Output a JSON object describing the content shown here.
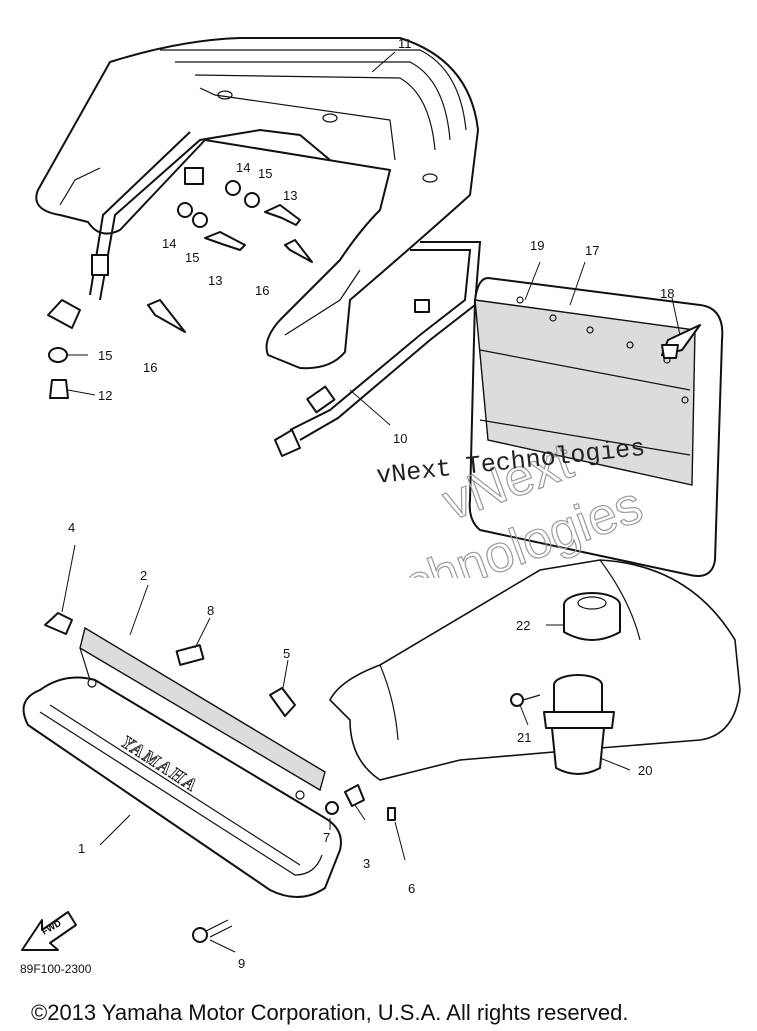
{
  "callouts": {
    "p1": "1",
    "p2": "2",
    "p3": "3",
    "p4": "4",
    "p5": "5",
    "p6": "6",
    "p7": "7",
    "p8": "8",
    "p9": "9",
    "p10": "10",
    "p11": "11",
    "p12": "12",
    "p13a": "13",
    "p13b": "13",
    "p14a": "14",
    "p14b": "14",
    "p15a": "15",
    "p15b": "15",
    "p15c": "15",
    "p16a": "16",
    "p16b": "16",
    "p17": "17",
    "p18": "18",
    "p19": "19",
    "p20": "20",
    "p21": "21",
    "p22": "22"
  },
  "brand_on_cover": "YAMAHA",
  "fwd_label": "FWD",
  "watermark": {
    "line1": "vNext",
    "line2": "Technologies",
    "text": "vNext Technologies"
  },
  "diagram_code": "89F100-2300",
  "copyright": "©2013 Yamaha Motor Corporation, U.S.A. All rights reserved."
}
